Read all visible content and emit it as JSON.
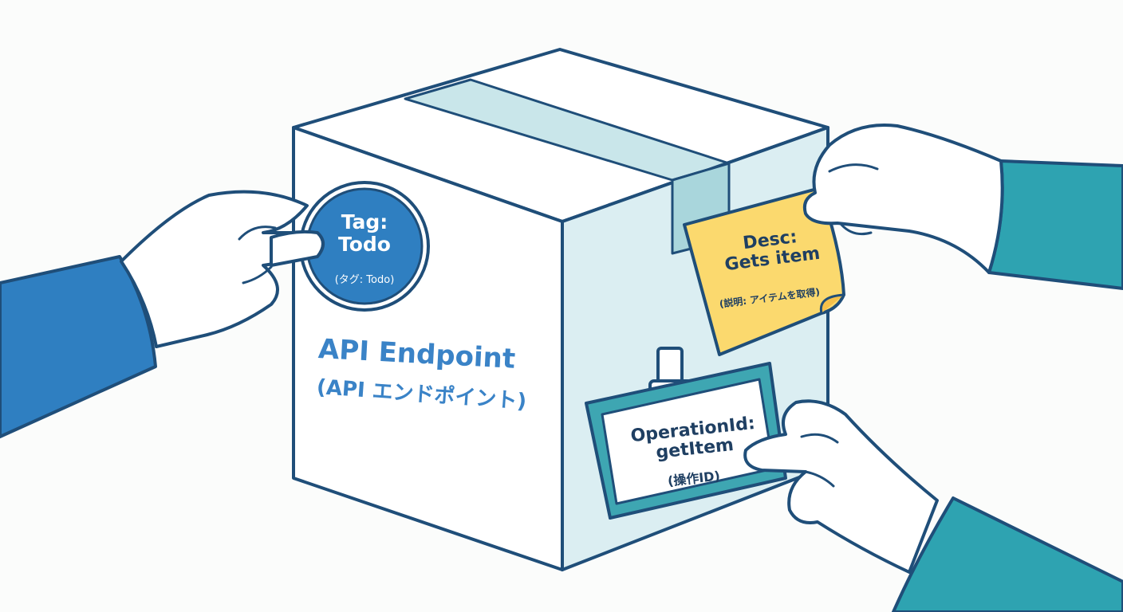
{
  "endpoint": {
    "title": "API Endpoint",
    "subtitle": "(API エンドポイント)"
  },
  "tag": {
    "title": "Tag:\nTodo",
    "subtitle": "(タグ: Todo)"
  },
  "description": {
    "title": "Desc:\nGets item",
    "subtitle": "(説明: アイテムを取得)"
  },
  "operation": {
    "title": "OperationId:\ngetItem",
    "subtitle": "(操作ID)"
  },
  "colors": {
    "outline": "#1f4e79",
    "box_front": "#ffffff",
    "box_side": "#dbeef2",
    "box_tape": "#c9e6ea",
    "sleeve_left": "#2f7fc1",
    "sleeve_right": "#2ea3b1",
    "tag_fill": "#2f7fc1",
    "note_fill": "#fbd96e",
    "badge_frame": "#3ea6b2",
    "badge_card": "#ffffff",
    "endpoint_text": "#3a83c7"
  }
}
